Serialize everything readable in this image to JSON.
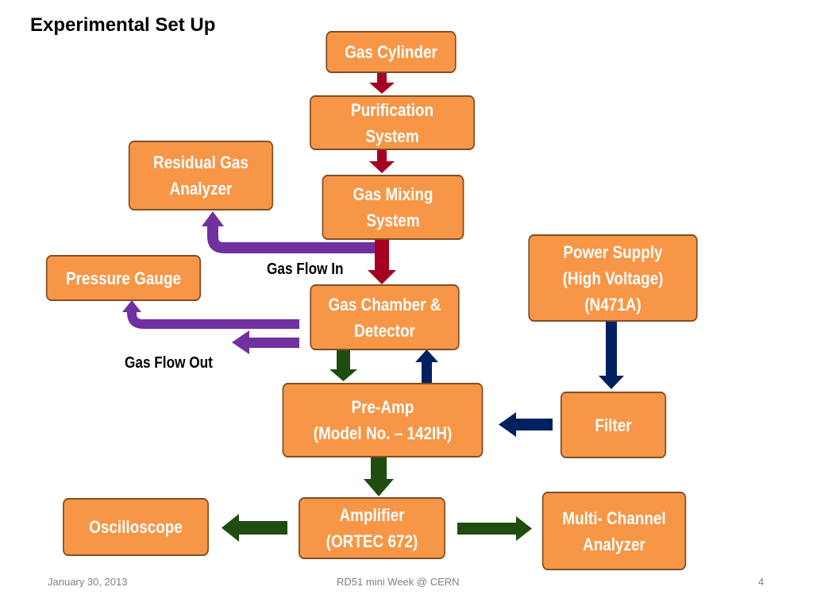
{
  "title": "Experimental Set Up",
  "boxes": {
    "gas_cylinder": "Gas Cylinder",
    "purification": "Purification\nSystem",
    "residual_gas": "Residual Gas\nAnalyzer",
    "gas_mixing": "Gas Mixing\nSystem",
    "pressure_gauge": "Pressure Gauge",
    "power_supply": "Power Supply\n(High Voltage)\n(N471A)",
    "gas_chamber": "Gas Chamber &\nDetector",
    "preamp": "Pre-Amp\n(Model No. – 142IH)",
    "filter": "Filter",
    "oscilloscope": "Oscilloscope",
    "amplifier": "Amplifier\n(ORTEC 672)",
    "mca": "Multi- Channel\nAnalyzer"
  },
  "labels": {
    "gas_flow_in": "Gas Flow In",
    "gas_flow_out": "Gas Flow Out"
  },
  "footer": {
    "date": "January 30, 2013",
    "event": "RD51 mini Week @ CERN",
    "page": "4"
  },
  "colors": {
    "box_fill": "#F79646",
    "box_border": "#7F4F24",
    "gas_arrow": "#A50021",
    "purple_arrow": "#7030A0",
    "green_arrow": "#1E4D0F",
    "navy_arrow": "#002060"
  }
}
